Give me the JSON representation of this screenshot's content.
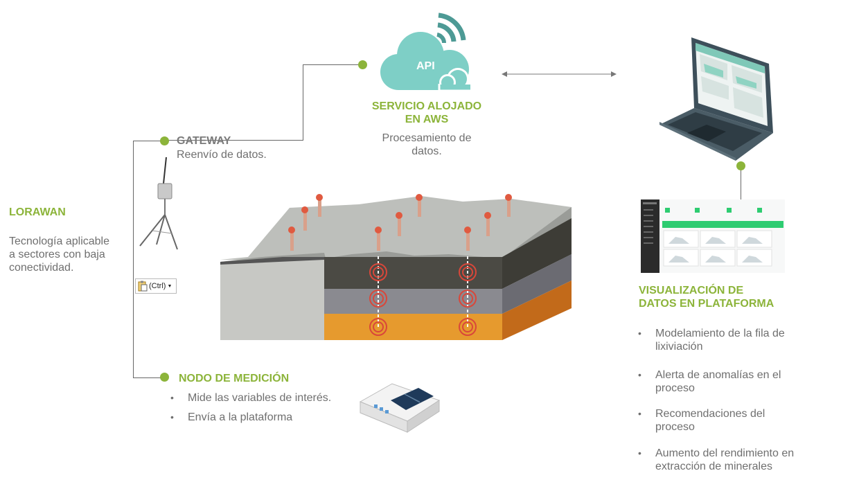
{
  "cloud": {
    "api_label": "API",
    "title_line1": "SERVICIO ALOJADO",
    "title_line2": "EN AWS",
    "desc_line1": "Procesamiento de",
    "desc_line2": "datos."
  },
  "gateway": {
    "title": "GATEWAY",
    "desc": "Reenvío de datos."
  },
  "lorawan": {
    "title": "LORAWAN",
    "desc_line1": "Tecnología aplicable",
    "desc_line2": "a sectores con baja",
    "desc_line3": "conectividad."
  },
  "paste_options": {
    "label": "(Ctrl)"
  },
  "node": {
    "title": "NODO DE MEDICIÓN",
    "bullets": [
      "Mide las variables de interés.",
      "Envía a la plataforma"
    ]
  },
  "visualization": {
    "title_line1": "VISUALIZACIÓN DE",
    "title_line2": "DATOS EN PLATAFORMA",
    "bullets": [
      [
        "Modelamiento de la fila de",
        "lixiviación"
      ],
      [
        "Alerta de anomalías en el",
        "proceso"
      ],
      [
        "Recomendaciones del",
        "proceso"
      ],
      [
        "Aumento del rendimiento en",
        "extracción de minerales"
      ]
    ]
  },
  "colors": {
    "accent_green": "#8cb43a",
    "cloud_teal": "#7ecfc6",
    "wifi_teal": "#4d9a95",
    "dashboard_green": "#2ecc71",
    "orange_layer": "#e69a2e"
  },
  "icons": [
    "wifi-icon",
    "cloud-icon",
    "laptop-icon",
    "antenna-icon",
    "sensor-box-icon",
    "paste-icon"
  ]
}
